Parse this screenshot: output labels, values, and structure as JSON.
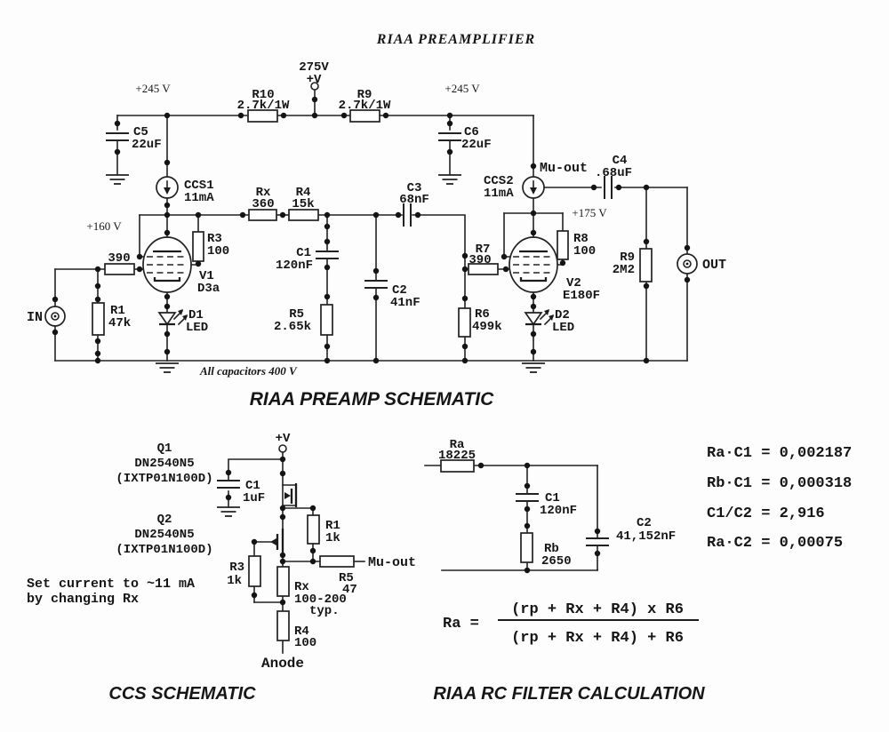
{
  "title": "RIAA PREAMPLIFIER",
  "main": {
    "caption": "RIAA PREAMP SCHEMATIC",
    "note": "All capacitors 400 V",
    "supply": {
      "v275": "275V",
      "plus_v": "+V",
      "v245_left": "+245 V",
      "v245_right": "+245 V",
      "v160": "+160 V",
      "v175": "+175 V"
    },
    "ports": {
      "in": "IN",
      "out": "OUT"
    },
    "mu_out": "Mu-out",
    "components": {
      "r10": {
        "name": "R10",
        "value": "2.7k/1W"
      },
      "r9_top": {
        "name": "R9",
        "value": "2.7k/1W"
      },
      "c5": {
        "name": "C5",
        "value": "22uF"
      },
      "c6": {
        "name": "C6",
        "value": "22uF"
      },
      "ccs1": {
        "name": "CCS1",
        "value": "11mA"
      },
      "ccs2": {
        "name": "CCS2",
        "value": "11mA"
      },
      "c4": {
        "name": "C4",
        "value": ".68uF"
      },
      "grid_stopper": "390",
      "r1": {
        "name": "R1",
        "value": "47k"
      },
      "r3": {
        "name": "R3",
        "value": "100"
      },
      "v1": {
        "name": "V1",
        "value": "D3a"
      },
      "d1": {
        "name": "D1",
        "value": "LED"
      },
      "rx": {
        "name": "Rx",
        "value": "360"
      },
      "r4": {
        "name": "R4",
        "value": "15k"
      },
      "c1": {
        "name": "C1",
        "value": "120nF"
      },
      "c2": {
        "name": "C2",
        "value": "41nF"
      },
      "c3": {
        "name": "C3",
        "value": "68nF"
      },
      "r5": {
        "name": "R5",
        "value": "2.65k"
      },
      "r7": {
        "name": "R7",
        "value": "390"
      },
      "r8": {
        "name": "R8",
        "value": "100"
      },
      "v2": {
        "name": "V2",
        "value": "E180F"
      },
      "r6": {
        "name": "R6",
        "value": "499k"
      },
      "d2": {
        "name": "D2",
        "value": "LED"
      },
      "r9": {
        "name": "R9",
        "value": "2M2"
      }
    }
  },
  "ccs": {
    "caption": "CCS SCHEMATIC",
    "note_line1": "Set current to ~11 mA",
    "note_line2": "by changing Rx",
    "plus_v": "+V",
    "anode": "Anode",
    "mu_out": "Mu-out",
    "q1": {
      "name": "Q1",
      "part": "DN2540N5",
      "alt": "(IXTP01N100D)"
    },
    "q2": {
      "name": "Q2",
      "part": "DN2540N5",
      "alt": "(IXTP01N100D)"
    },
    "c1": {
      "name": "C1",
      "value": "1uF"
    },
    "r1": {
      "name": "R1",
      "value": "1k"
    },
    "r3": {
      "name": "R3",
      "value": "1k"
    },
    "rx": {
      "name": "Rx",
      "value": "100-200",
      "value2": "typ."
    },
    "r5": {
      "name": "R5",
      "value": "47"
    },
    "r4": {
      "name": "R4",
      "value": "100"
    }
  },
  "filter": {
    "caption": "RIAA RC FILTER CALCULATION",
    "ra": {
      "name": "Ra",
      "value": "18225"
    },
    "c1": {
      "name": "C1",
      "value": "120nF"
    },
    "rb": {
      "name": "Rb",
      "value": "2650"
    },
    "c2": {
      "name": "C2",
      "value": "41,152nF"
    },
    "formula": {
      "lhs": "Ra =",
      "numerator": "(rp + Rx + R4) x R6",
      "denominator": "(rp + Rx + R4) + R6"
    },
    "calculations": [
      "Ra·C1 = 0,002187",
      "Rb·C1 = 0,000318",
      "C1/C2 = 2,916",
      "Ra·C2 = 0,00075"
    ]
  }
}
